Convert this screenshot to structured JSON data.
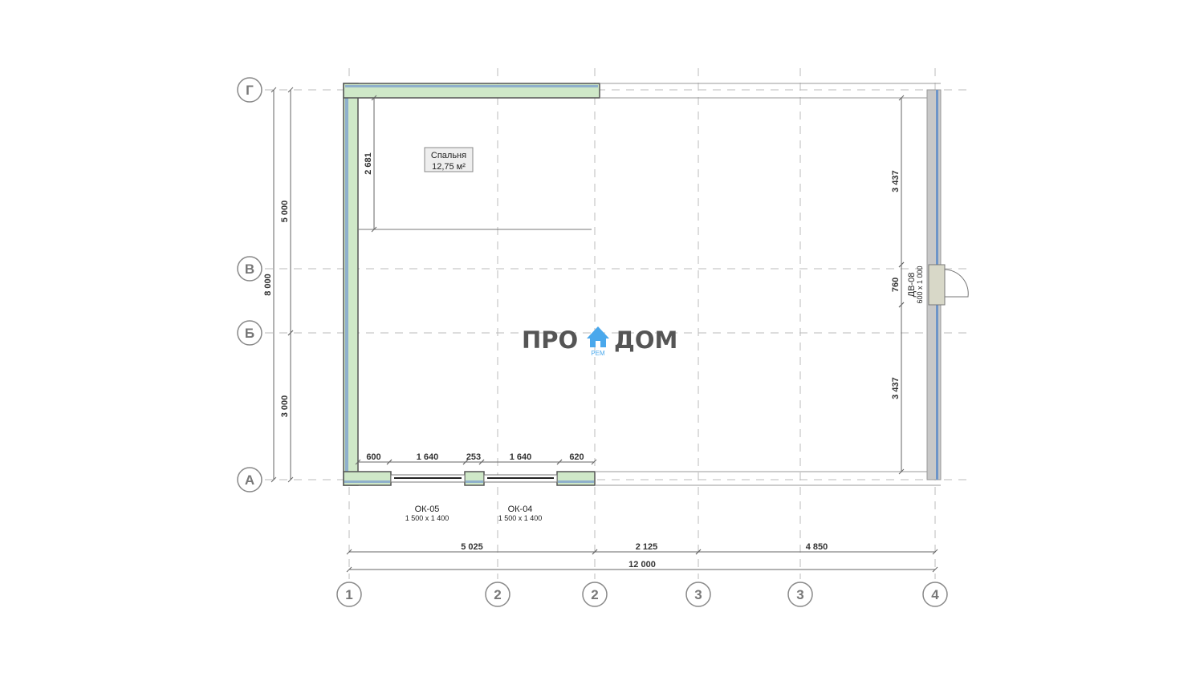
{
  "axes": {
    "columns": [
      "1",
      "2",
      "2",
      "3",
      "3",
      "4"
    ],
    "rows": [
      "Г",
      "В",
      "Б",
      "А"
    ]
  },
  "room": {
    "name": "Спальня",
    "area": "12,75 м²"
  },
  "dimensions": {
    "room_height": "2 681",
    "left_total": "8 000",
    "left_upper": "5 000",
    "left_lower": "3 000",
    "right_upper": "3 437",
    "right_door": "760",
    "right_lower": "3 437",
    "bottom_segments": [
      "5 025",
      "2 125",
      "4 850"
    ],
    "bottom_total": "12 000",
    "window_segments": [
      "600",
      "1 640",
      "253",
      "1 640",
      "620"
    ]
  },
  "windows": [
    {
      "mark": "ОК-05",
      "size": "1 500 x 1 400"
    },
    {
      "mark": "ОК-04",
      "size": "1 500 x 1 400"
    }
  ],
  "door": {
    "mark": "ДВ-08",
    "size": "600 x 1 000"
  },
  "logo": {
    "left": "ПРО",
    "right": "ДОМ",
    "sub": "РЕМ",
    "color": "#4aa8ec"
  },
  "colors": {
    "insulation": "#cfe8c8",
    "blue_layer": "#8fb0cc",
    "wall_line": "#555"
  }
}
